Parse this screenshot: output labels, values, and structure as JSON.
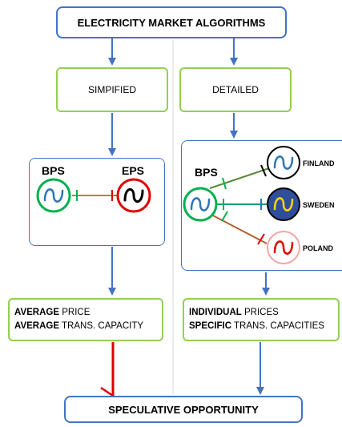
{
  "top_title": "ELECTRICITY MARKET ALGORITHMS",
  "left_branch": "SIMPIFIED",
  "right_branch": "DETAILED",
  "left_panel": {
    "bps": "BPS",
    "eps": "EPS"
  },
  "right_panel": {
    "bps": "BPS",
    "finland": "FINLAND",
    "sweden": "SWEDEN",
    "poland": "POLAND"
  },
  "left_result": {
    "line1_bold": "AVERAGE",
    "line1_rest": " PRICE",
    "line2_bold": "AVERAGE",
    "line2_rest": " TRANS. CAPACITY"
  },
  "right_result": {
    "line1_bold": "INDIVIDUAL",
    "line1_rest": " PRICES",
    "line2_bold": "SPECIFIC",
    "line2_rest": " TRANS. CAPACITIES"
  },
  "bottom_title": "SPECULATIVE OPPORTUNITY",
  "colors": {
    "blue": "#4472c4",
    "green": "#92d050",
    "red": "#e00000",
    "bps_ring": "#00b050",
    "sweden_fill": "#2f4f9c",
    "sweden_wave": "#ffd700"
  }
}
